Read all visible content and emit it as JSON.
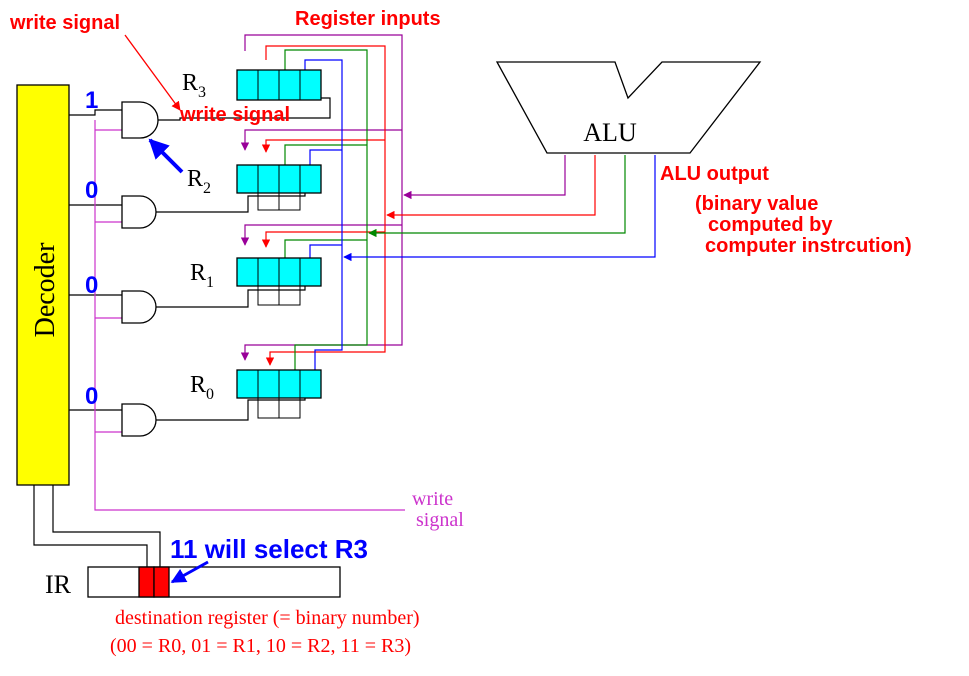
{
  "labels": {
    "write_signal_top": "write signal",
    "write_signal_mid": "write signal",
    "register_inputs": "Register inputs",
    "alu": "ALU",
    "alu_output": "ALU output",
    "alu_desc_1": "(binary value",
    "alu_desc_2": "computed by",
    "alu_desc_3": "computer instrcution)",
    "decoder": "Decoder",
    "write_bottom_1": "write",
    "write_bottom_2": "signal",
    "select_note": "11 will select R3",
    "ir": "IR",
    "dest_1": "destination register (= binary number)",
    "dest_2": "(00 = R0, 01 = R1, 10 = R2, 11 = R3)"
  },
  "registers": [
    {
      "base": "R",
      "sub": "3"
    },
    {
      "base": "R",
      "sub": "2"
    },
    {
      "base": "R",
      "sub": "1"
    },
    {
      "base": "R",
      "sub": "0"
    }
  ],
  "decoder_outputs": [
    "1",
    "0",
    "0",
    "0"
  ],
  "colors": {
    "decoder_fill": "#ffff00",
    "register_fill": "#00ffff",
    "ir_selected": "#ff0000",
    "red": "#ff0000",
    "blue": "#0000ff",
    "purple": "#990099",
    "green": "#008800",
    "magenta": "#cc33cc"
  }
}
